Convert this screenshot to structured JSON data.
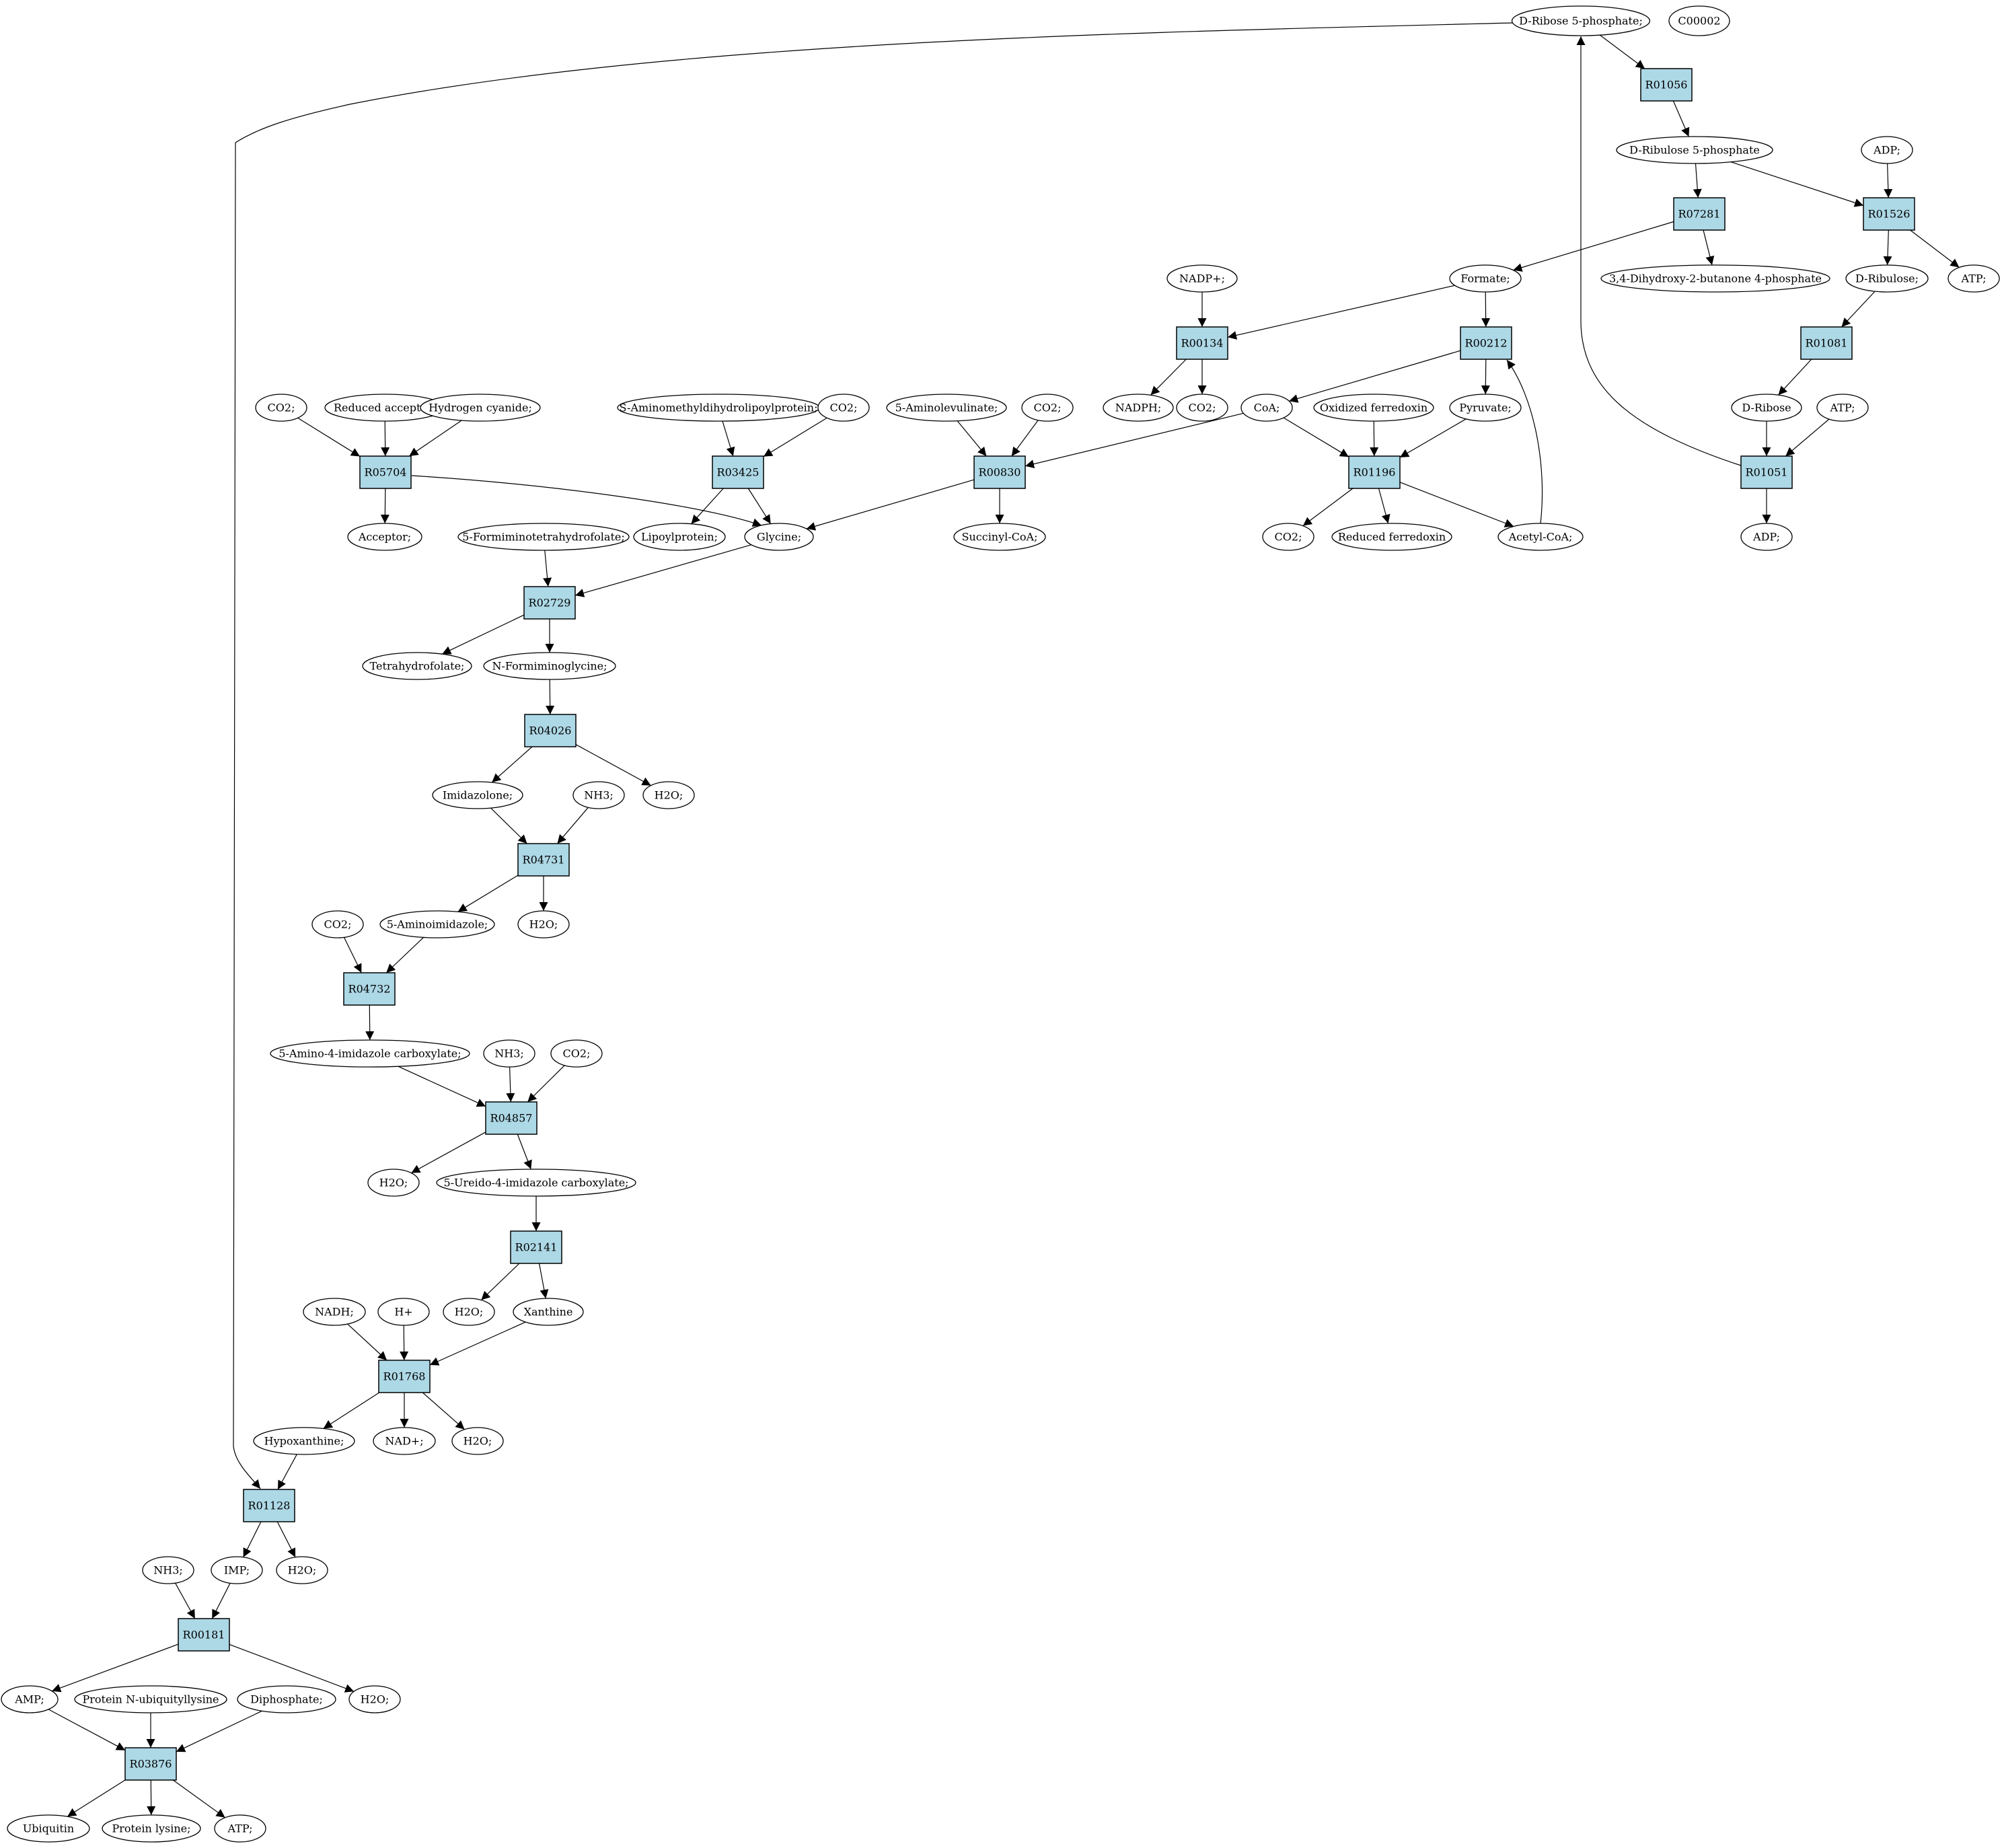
{
  "colors": {
    "reaction_fill": "#add8e6",
    "compound_fill": "#ffffff",
    "start_compound_fill": "#00ff00",
    "target_compound_fill": "#ffff00",
    "stroke": "#000000"
  },
  "nodes": [
    {
      "id": "n_dr5p",
      "kind": "compound",
      "highlight": "start",
      "label": "D-Ribose 5-phosphate;"
    },
    {
      "id": "n_c00002",
      "kind": "compound",
      "highlight": "target",
      "label": "C00002"
    },
    {
      "id": "n_r01056",
      "kind": "reaction",
      "label": "R01056"
    },
    {
      "id": "n_dru5p",
      "kind": "compound",
      "label": "D-Ribulose 5-phosphate"
    },
    {
      "id": "n_adp1",
      "kind": "compound",
      "label": "ADP;"
    },
    {
      "id": "n_r07281",
      "kind": "reaction",
      "label": "R07281"
    },
    {
      "id": "n_r01526",
      "kind": "reaction",
      "label": "R01526"
    },
    {
      "id": "n_nadp",
      "kind": "compound",
      "label": "NADP+;"
    },
    {
      "id": "n_formate",
      "kind": "compound",
      "label": "Formate;"
    },
    {
      "id": "n_dhb",
      "kind": "compound",
      "label": "3,4-Dihydroxy-2-butanone 4-phosphate"
    },
    {
      "id": "n_dribulose",
      "kind": "compound",
      "label": "D-Ribulose;"
    },
    {
      "id": "n_atp1",
      "kind": "compound",
      "label": "ATP;"
    },
    {
      "id": "n_r00134",
      "kind": "reaction",
      "label": "R00134"
    },
    {
      "id": "n_r00212",
      "kind": "reaction",
      "label": "R00212"
    },
    {
      "id": "n_r01081",
      "kind": "reaction",
      "label": "R01081"
    },
    {
      "id": "n_co2_a",
      "kind": "compound",
      "label": "CO2;"
    },
    {
      "id": "n_redacc",
      "kind": "compound",
      "label": "Reduced acceptor;"
    },
    {
      "id": "n_hcn",
      "kind": "compound",
      "label": "Hydrogen cyanide;"
    },
    {
      "id": "n_samdlp",
      "kind": "compound",
      "label": "S-Aminomethyldihydrolipoylprotein;"
    },
    {
      "id": "n_co2_b",
      "kind": "compound",
      "label": "CO2;"
    },
    {
      "id": "n_5ala",
      "kind": "compound",
      "label": "5-Aminolevulinate;"
    },
    {
      "id": "n_co2_c",
      "kind": "compound",
      "label": "CO2;"
    },
    {
      "id": "n_nadph",
      "kind": "compound",
      "label": "NADPH;"
    },
    {
      "id": "n_co2_d",
      "kind": "compound",
      "label": "CO2;"
    },
    {
      "id": "n_coa",
      "kind": "compound",
      "label": "CoA;"
    },
    {
      "id": "n_oxfd",
      "kind": "compound",
      "label": "Oxidized ferredoxin"
    },
    {
      "id": "n_pyruvate",
      "kind": "compound",
      "label": "Pyruvate;"
    },
    {
      "id": "n_dribose",
      "kind": "compound",
      "label": "D-Ribose"
    },
    {
      "id": "n_atp2",
      "kind": "compound",
      "label": "ATP;"
    },
    {
      "id": "n_r05704",
      "kind": "reaction",
      "label": "R05704"
    },
    {
      "id": "n_r03425",
      "kind": "reaction",
      "label": "R03425"
    },
    {
      "id": "n_r00830",
      "kind": "reaction",
      "label": "R00830"
    },
    {
      "id": "n_r01196",
      "kind": "reaction",
      "label": "R01196"
    },
    {
      "id": "n_r01051",
      "kind": "reaction",
      "label": "R01051"
    },
    {
      "id": "n_acceptor",
      "kind": "compound",
      "label": "Acceptor;"
    },
    {
      "id": "n_5fthf",
      "kind": "compound",
      "label": "5-Formiminotetrahydrofolate;"
    },
    {
      "id": "n_lipoyl",
      "kind": "compound",
      "label": "Lipoylprotein;"
    },
    {
      "id": "n_glycine",
      "kind": "compound",
      "label": "Glycine;"
    },
    {
      "id": "n_succoa",
      "kind": "compound",
      "label": "Succinyl-CoA;"
    },
    {
      "id": "n_co2_e",
      "kind": "compound",
      "label": "CO2;"
    },
    {
      "id": "n_redfd",
      "kind": "compound",
      "label": "Reduced ferredoxin"
    },
    {
      "id": "n_acetylcoa",
      "kind": "compound",
      "label": "Acetyl-CoA;"
    },
    {
      "id": "n_adp2",
      "kind": "compound",
      "label": "ADP;"
    },
    {
      "id": "n_r02729",
      "kind": "reaction",
      "label": "R02729"
    },
    {
      "id": "n_thf",
      "kind": "compound",
      "label": "Tetrahydrofolate;"
    },
    {
      "id": "n_nfgly",
      "kind": "compound",
      "label": "N-Formiminoglycine;"
    },
    {
      "id": "n_r04026",
      "kind": "reaction",
      "label": "R04026"
    },
    {
      "id": "n_imidazolone",
      "kind": "compound",
      "label": "Imidazolone;"
    },
    {
      "id": "n_nh3_a",
      "kind": "compound",
      "label": "NH3;"
    },
    {
      "id": "n_h2o_a",
      "kind": "compound",
      "label": "H2O;"
    },
    {
      "id": "n_r04731",
      "kind": "reaction",
      "label": "R04731"
    },
    {
      "id": "n_co2_f",
      "kind": "compound",
      "label": "CO2;"
    },
    {
      "id": "n_5aim",
      "kind": "compound",
      "label": "5-Aminoimidazole;"
    },
    {
      "id": "n_h2o_b",
      "kind": "compound",
      "label": "H2O;"
    },
    {
      "id": "n_r04732",
      "kind": "reaction",
      "label": "R04732"
    },
    {
      "id": "n_5a4ic",
      "kind": "compound",
      "label": "5-Amino-4-imidazole carboxylate;"
    },
    {
      "id": "n_nh3_b",
      "kind": "compound",
      "label": "NH3;"
    },
    {
      "id": "n_co2_g",
      "kind": "compound",
      "label": "CO2;"
    },
    {
      "id": "n_r04857",
      "kind": "reaction",
      "label": "R04857"
    },
    {
      "id": "n_h2o_c",
      "kind": "compound",
      "label": "H2O;"
    },
    {
      "id": "n_5u4ic",
      "kind": "compound",
      "label": "5-Ureido-4-imidazole carboxylate;"
    },
    {
      "id": "n_r02141",
      "kind": "reaction",
      "label": "R02141"
    },
    {
      "id": "n_nadh",
      "kind": "compound",
      "label": "NADH;"
    },
    {
      "id": "n_hplus",
      "kind": "compound",
      "label": "H+"
    },
    {
      "id": "n_h2o_d",
      "kind": "compound",
      "label": "H2O;"
    },
    {
      "id": "n_xanthine",
      "kind": "compound",
      "label": "Xanthine"
    },
    {
      "id": "n_r01768",
      "kind": "reaction",
      "label": "R01768"
    },
    {
      "id": "n_hypox",
      "kind": "compound",
      "label": "Hypoxanthine;"
    },
    {
      "id": "n_nad",
      "kind": "compound",
      "label": "NAD+;"
    },
    {
      "id": "n_h2o_e",
      "kind": "compound",
      "label": "H2O;"
    },
    {
      "id": "n_r01128",
      "kind": "reaction",
      "label": "R01128"
    },
    {
      "id": "n_nh3_c",
      "kind": "compound",
      "label": "NH3;"
    },
    {
      "id": "n_imp",
      "kind": "compound",
      "label": "IMP;"
    },
    {
      "id": "n_h2o_f",
      "kind": "compound",
      "label": "H2O;"
    },
    {
      "id": "n_r00181",
      "kind": "reaction",
      "label": "R00181"
    },
    {
      "id": "n_amp",
      "kind": "compound",
      "label": "AMP;"
    },
    {
      "id": "n_pnul",
      "kind": "compound",
      "label": "Protein N-ubiquityllysine"
    },
    {
      "id": "n_diphos",
      "kind": "compound",
      "label": "Diphosphate;"
    },
    {
      "id": "n_h2o_g",
      "kind": "compound",
      "label": "H2O;"
    },
    {
      "id": "n_r03876",
      "kind": "reaction",
      "label": "R03876"
    },
    {
      "id": "n_ubiquitin",
      "kind": "compound",
      "label": "Ubiquitin"
    },
    {
      "id": "n_protlys",
      "kind": "compound",
      "label": "Protein lysine;"
    },
    {
      "id": "n_atp3",
      "kind": "compound",
      "label": "ATP;"
    }
  ],
  "edges": [
    [
      "n_dr5p",
      "n_r01056"
    ],
    [
      "n_r01056",
      "n_dru5p"
    ],
    [
      "n_dru5p",
      "n_r07281"
    ],
    [
      "n_dru5p",
      "n_r01526"
    ],
    [
      "n_adp1",
      "n_r01526"
    ],
    [
      "n_r07281",
      "n_formate"
    ],
    [
      "n_r07281",
      "n_dhb"
    ],
    [
      "n_r01526",
      "n_dribulose"
    ],
    [
      "n_r01526",
      "n_atp1"
    ],
    [
      "n_nadp",
      "n_r00134"
    ],
    [
      "n_formate",
      "n_r00134"
    ],
    [
      "n_formate",
      "n_r00212"
    ],
    [
      "n_dribulose",
      "n_r01081"
    ],
    [
      "n_r00134",
      "n_nadph"
    ],
    [
      "n_r00134",
      "n_co2_d"
    ],
    [
      "n_r00212",
      "n_coa"
    ],
    [
      "n_r00212",
      "n_pyruvate"
    ],
    [
      "n_r01081",
      "n_dribose"
    ],
    [
      "n_co2_a",
      "n_r05704"
    ],
    [
      "n_redacc",
      "n_r05704"
    ],
    [
      "n_hcn",
      "n_r05704"
    ],
    [
      "n_samdlp",
      "n_r03425"
    ],
    [
      "n_co2_b",
      "n_r03425"
    ],
    [
      "n_5ala",
      "n_r00830"
    ],
    [
      "n_co2_c",
      "n_r00830"
    ],
    [
      "n_coa",
      "n_r00830"
    ],
    [
      "n_coa",
      "n_r01196"
    ],
    [
      "n_oxfd",
      "n_r01196"
    ],
    [
      "n_pyruvate",
      "n_r01196"
    ],
    [
      "n_dribose",
      "n_r01051"
    ],
    [
      "n_atp2",
      "n_r01051"
    ],
    [
      "n_r05704",
      "n_acceptor"
    ],
    [
      "n_r05704",
      "n_glycine"
    ],
    [
      "n_r03425",
      "n_lipoyl"
    ],
    [
      "n_r03425",
      "n_glycine"
    ],
    [
      "n_r00830",
      "n_glycine"
    ],
    [
      "n_r00830",
      "n_succoa"
    ],
    [
      "n_r01196",
      "n_co2_e"
    ],
    [
      "n_r01196",
      "n_redfd"
    ],
    [
      "n_r01196",
      "n_acetylcoa"
    ],
    [
      "n_acetylcoa",
      "n_r00212"
    ],
    [
      "n_r01051",
      "n_adp2"
    ],
    [
      "n_r01051",
      "n_dr5p"
    ],
    [
      "n_5fthf",
      "n_r02729"
    ],
    [
      "n_glycine",
      "n_r02729"
    ],
    [
      "n_r02729",
      "n_thf"
    ],
    [
      "n_r02729",
      "n_nfgly"
    ],
    [
      "n_nfgly",
      "n_r04026"
    ],
    [
      "n_r04026",
      "n_imidazolone"
    ],
    [
      "n_r04026",
      "n_h2o_a"
    ],
    [
      "n_imidazolone",
      "n_r04731"
    ],
    [
      "n_nh3_a",
      "n_r04731"
    ],
    [
      "n_r04731",
      "n_5aim"
    ],
    [
      "n_r04731",
      "n_h2o_b"
    ],
    [
      "n_co2_f",
      "n_r04732"
    ],
    [
      "n_5aim",
      "n_r04732"
    ],
    [
      "n_r04732",
      "n_5a4ic"
    ],
    [
      "n_5a4ic",
      "n_r04857"
    ],
    [
      "n_nh3_b",
      "n_r04857"
    ],
    [
      "n_co2_g",
      "n_r04857"
    ],
    [
      "n_r04857",
      "n_h2o_c"
    ],
    [
      "n_r04857",
      "n_5u4ic"
    ],
    [
      "n_5u4ic",
      "n_r02141"
    ],
    [
      "n_r02141",
      "n_h2o_d"
    ],
    [
      "n_r02141",
      "n_xanthine"
    ],
    [
      "n_nadh",
      "n_r01768"
    ],
    [
      "n_hplus",
      "n_r01768"
    ],
    [
      "n_xanthine",
      "n_r01768"
    ],
    [
      "n_r01768",
      "n_hypox"
    ],
    [
      "n_r01768",
      "n_nad"
    ],
    [
      "n_r01768",
      "n_h2o_e"
    ],
    [
      "n_hypox",
      "n_r01128"
    ],
    [
      "n_dr5p",
      "n_r01128"
    ],
    [
      "n_r01128",
      "n_imp"
    ],
    [
      "n_r01128",
      "n_h2o_f"
    ],
    [
      "n_nh3_c",
      "n_r00181"
    ],
    [
      "n_imp",
      "n_r00181"
    ],
    [
      "n_r00181",
      "n_amp"
    ],
    [
      "n_r00181",
      "n_h2o_g"
    ],
    [
      "n_amp",
      "n_r03876"
    ],
    [
      "n_pnul",
      "n_r03876"
    ],
    [
      "n_diphos",
      "n_r03876"
    ],
    [
      "n_r03876",
      "n_ubiquitin"
    ],
    [
      "n_r03876",
      "n_protlys"
    ],
    [
      "n_r03876",
      "n_atp3"
    ]
  ]
}
